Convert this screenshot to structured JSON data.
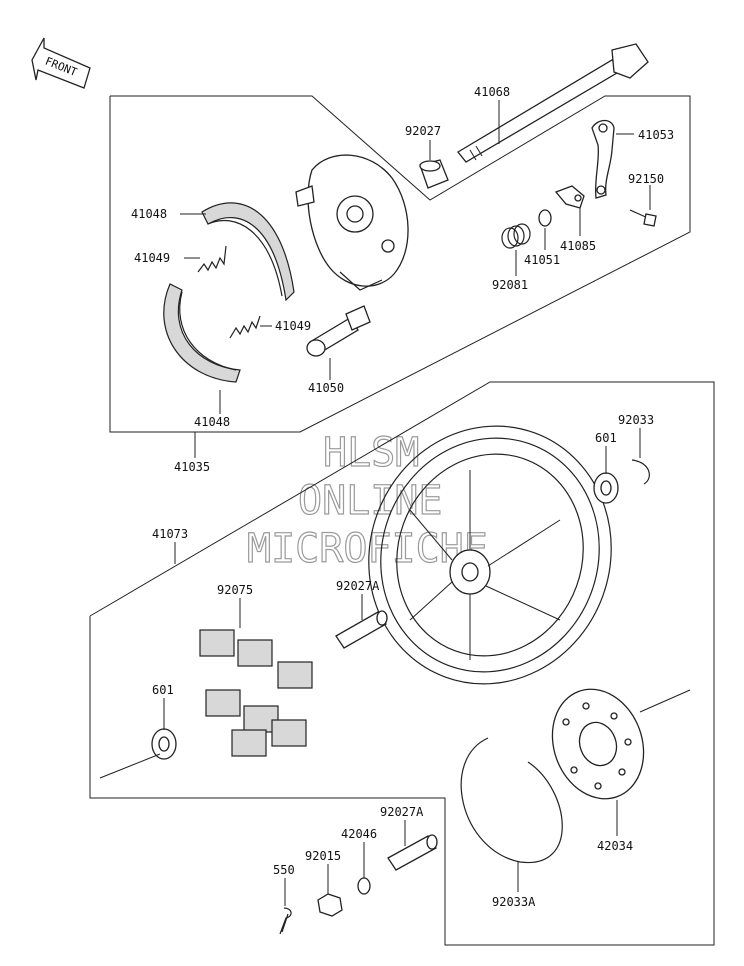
{
  "front_marker": {
    "label": "FRONT"
  },
  "watermark": {
    "lines": [
      "HLSM",
      "ONLINE",
      "MICROFICHE"
    ]
  },
  "parts": {
    "p41068": "41068",
    "p92027": "92027",
    "p41053": "41053",
    "p92150": "92150",
    "p41048_top": "41048",
    "p41049_top": "41049",
    "p41049_mid": "41049",
    "p92081": "92081",
    "p41051": "41051",
    "p41085": "41085",
    "p41050": "41050",
    "p41048_bottom": "41048",
    "p41035": "41035",
    "p601_right": "601",
    "p92033": "92033",
    "p41073": "41073",
    "p92075": "92075",
    "p92027A_mid": "92027A",
    "p601_left": "601",
    "p42034": "42034",
    "p92027A_low": "92027A",
    "p42046": "42046",
    "p92015": "92015",
    "p550": "550",
    "p92033A": "92033A"
  }
}
